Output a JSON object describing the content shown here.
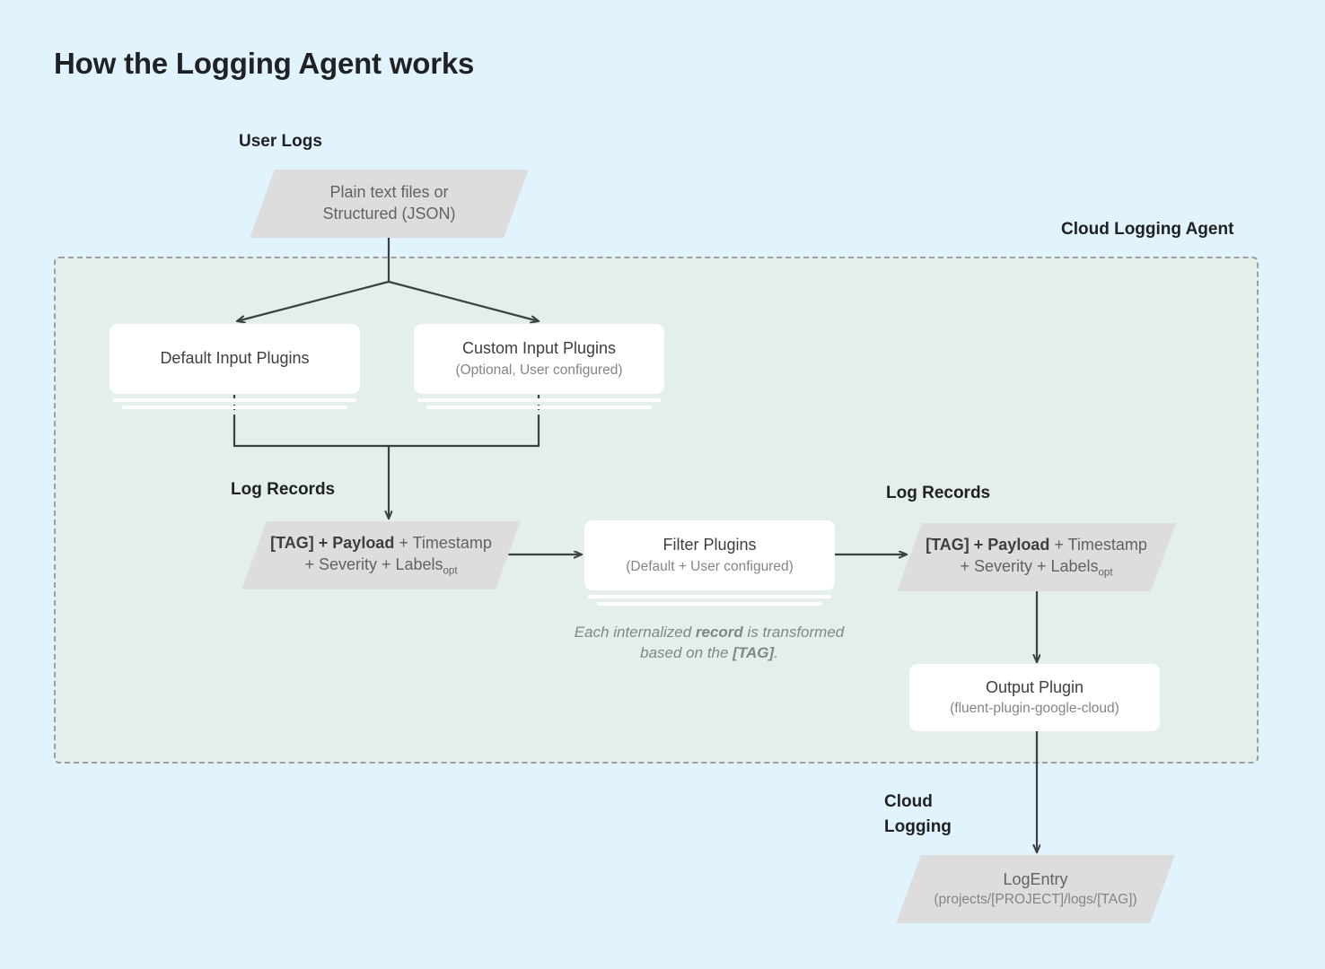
{
  "page": {
    "title": "How the Logging Agent works",
    "background_color": "#e1f3fd",
    "agent_panel_color": "#e3efe8",
    "node_fill_color": "#dedddd",
    "card_fill_color": "#ffffff",
    "line_color": "#3c4043",
    "dash_border_color": "#9aa0a6"
  },
  "labels": {
    "user_logs": "User Logs",
    "cloud_logging_agent": "Cloud Logging Agent",
    "log_records_left": "Log Records",
    "log_records_right": "Log Records",
    "cloud_logging": "Cloud\nLogging"
  },
  "nodes": {
    "plain_text": {
      "line1": "Plain text files or",
      "line2": "Structured (JSON)"
    },
    "default_input_plugins": {
      "title": "Default Input Plugins",
      "subtitle": ""
    },
    "custom_input_plugins": {
      "title": "Custom Input Plugins",
      "subtitle": "(Optional, User configured)"
    },
    "log_record_left": {
      "bold_part": "[TAG] + Payload",
      "rest_line1": " + Timestamp",
      "line2": "+ Severity + Labels",
      "subscript": "opt"
    },
    "filter_plugins": {
      "title": "Filter Plugins",
      "subtitle": "(Default + User configured)"
    },
    "log_record_right": {
      "bold_part": "[TAG] + Payload",
      "rest_line1": " + Timestamp",
      "line2": "+ Severity + Labels",
      "subscript": "opt"
    },
    "output_plugin": {
      "title": "Output Plugin",
      "subtitle": "(fluent-plugin-google-cloud)"
    },
    "log_entry": {
      "title": "LogEntry",
      "subtitle": "(projects/[PROJECT]/logs/[TAG])"
    }
  },
  "annotation": {
    "part1": "Each internalized ",
    "bold1": "record",
    "part2": " is transformed based on the ",
    "bold2": "[TAG]",
    "part3": "."
  }
}
